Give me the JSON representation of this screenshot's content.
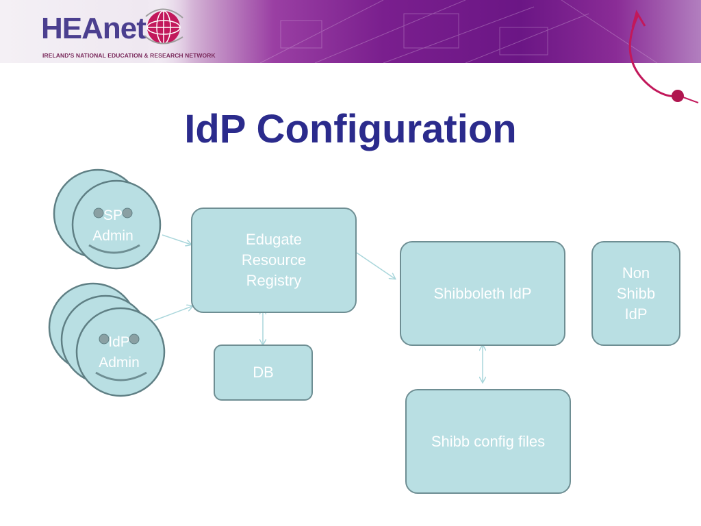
{
  "header": {
    "logo_word": "HEAnet",
    "logo_tagline": "IRELAND'S NATIONAL EDUCATION & RESEARCH NETWORK"
  },
  "slide": {
    "title": "IdP Configuration"
  },
  "diagram": {
    "sp_admin": [
      "SP",
      "Admin"
    ],
    "idp_admin": [
      "IdP",
      "Admin"
    ],
    "edugate": [
      "Edugate",
      "Resource",
      "Registry"
    ],
    "db": "DB",
    "shib_idp": "Shibboleth IdP",
    "non_shibb": [
      "Non",
      "Shibb",
      "IdP"
    ],
    "config_files": "Shibb config files"
  },
  "colors": {
    "box_fill": "#b9dfe3",
    "box_stroke": "#6e8e93",
    "title": "#2b2b8c",
    "arrow": "#a9d6db"
  }
}
